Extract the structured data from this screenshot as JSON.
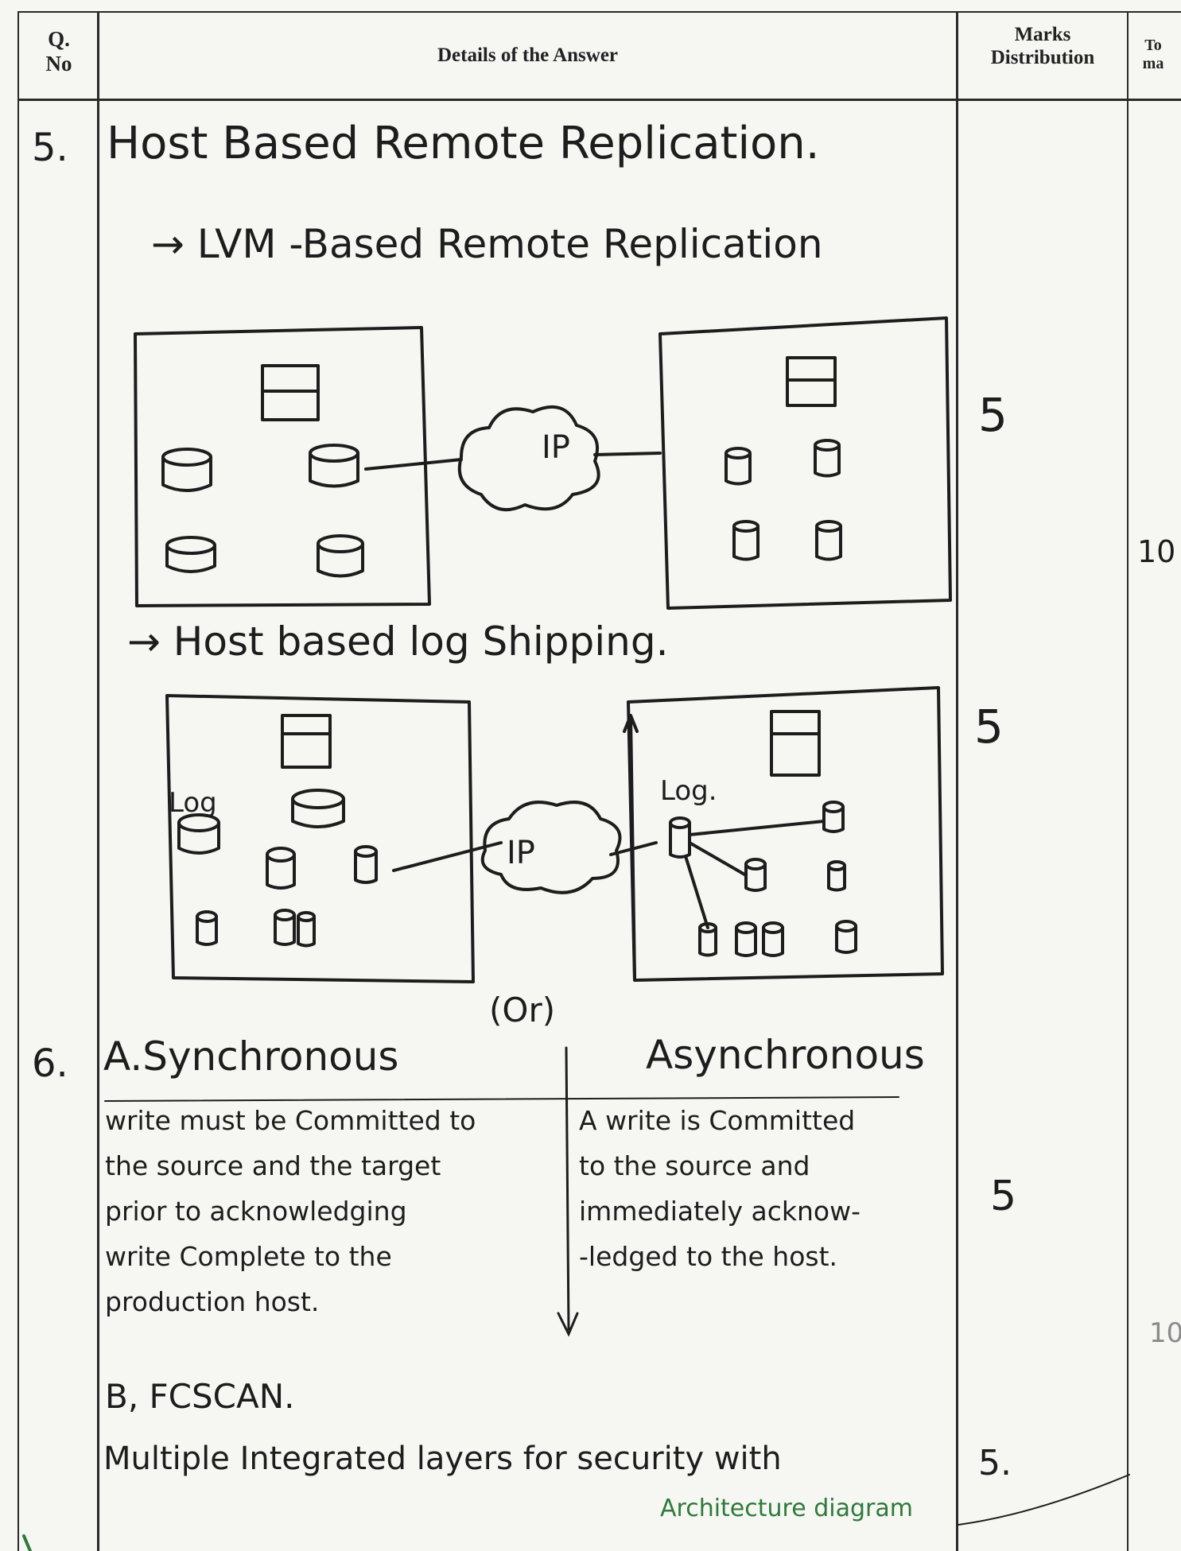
{
  "header": {
    "qno": "Q.\nNo",
    "details": "Details of the Answer",
    "marks": "Marks\nDistribution",
    "total": "To\nma"
  },
  "q5": {
    "number": "5.",
    "title": "Host Based Remote Replication.",
    "lvm_heading": "→ LVM -Based Remote Replication",
    "lvm_network_label": "IP",
    "lvm_marks": "5",
    "log_heading": "→ Host based log Shipping.",
    "log_source_label": "Log",
    "log_target_label": "Log.",
    "log_network_label": "IP",
    "log_marks": "5",
    "total": "10",
    "or": "(Or)"
  },
  "q6": {
    "number": "6.",
    "a_title": "A.Synchronous",
    "async_title": "Asynchronous",
    "sync_lines": [
      "write must be Committed to",
      "the source and the target",
      "prior to acknowledging",
      "write Complete to the",
      "production host."
    ],
    "async_lines": [
      "A write is Committed",
      "to the source and",
      "immediately acknow-",
      "-ledged to the host."
    ],
    "a_marks": "5",
    "total": "10",
    "b_title": "B, FCSCAN.",
    "b_text": "Multiple Integrated layers for security with",
    "b_text2": "Architecture diagram",
    "b_marks": "5."
  }
}
